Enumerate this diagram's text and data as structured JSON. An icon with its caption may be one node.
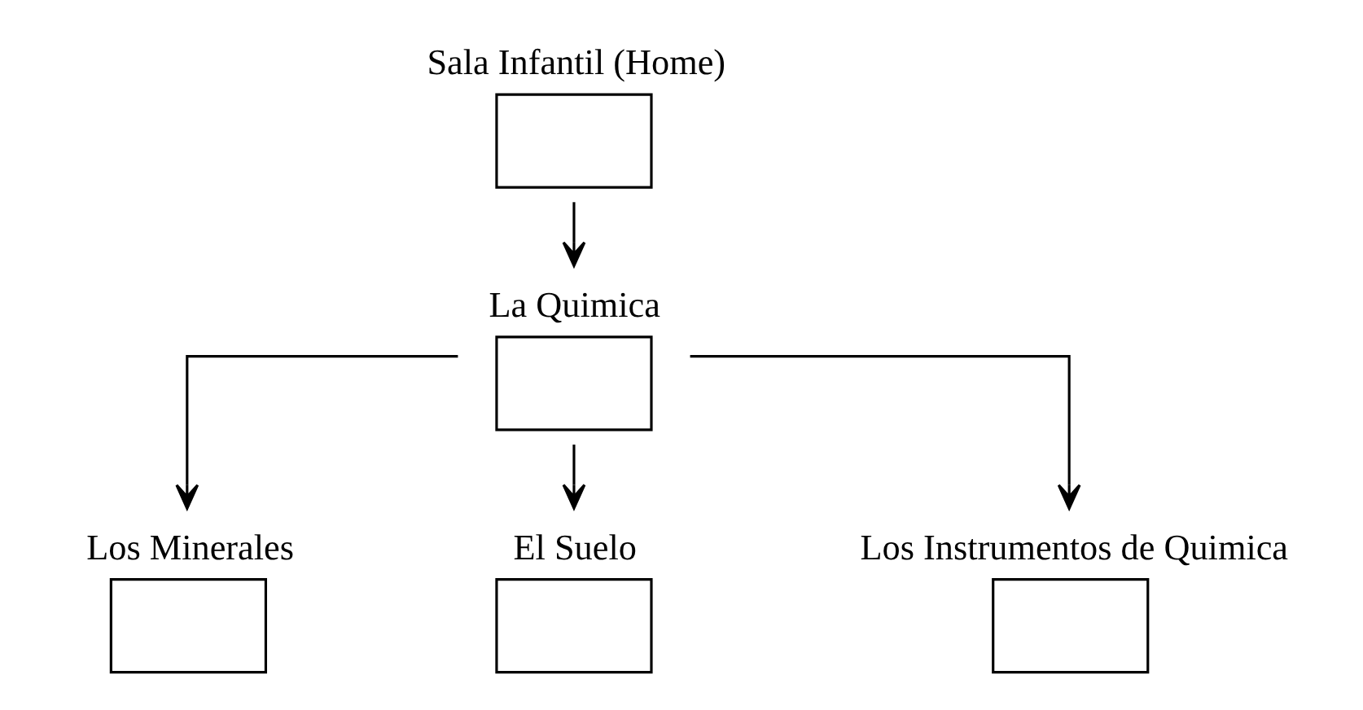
{
  "diagram": {
    "nodes": [
      {
        "text": [
          "Sala Infantil (Home)"
        ]
      },
      {
        "text": [
          "La Quimica"
        ]
      },
      {
        "text": [
          "Los Minerales"
        ]
      },
      {
        "text": [
          "El Suelo"
        ]
      },
      {
        "text": [
          "Los Instrumentos de Quimica"
        ]
      }
    ],
    "edges": [
      {
        "from": 0,
        "to": 1,
        "arrow": "to"
      },
      {
        "from": 1,
        "to": 2,
        "arrow": "to"
      },
      {
        "from": 1,
        "to": 3,
        "arrow": "to"
      },
      {
        "from": 1,
        "to": 4,
        "arrow": "to"
      }
    ]
  }
}
